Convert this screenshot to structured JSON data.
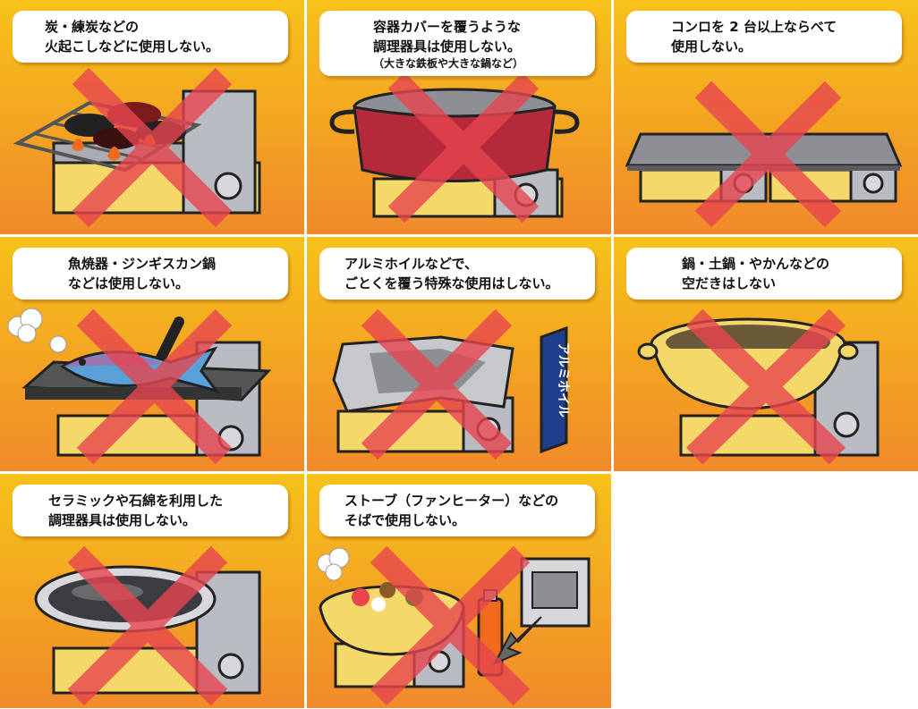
{
  "panels": [
    {
      "id": "charcoal",
      "lines": [
        "炭・練炭などの",
        "火起こしなどに使用しない。"
      ],
      "note": ""
    },
    {
      "id": "large-pan",
      "lines": [
        "容器カバーを覆うような",
        "調理器具は使用しない。"
      ],
      "note": "（大きな鉄板や大きな鍋など）"
    },
    {
      "id": "two-stoves",
      "lines": [
        "コンロを 2 台以上ならべて",
        "使用しない。"
      ],
      "note": ""
    },
    {
      "id": "fish-grill",
      "lines": [
        "魚焼器・ジンギスカン鍋",
        "などは使用しない。"
      ],
      "note": ""
    },
    {
      "id": "aluminum-foil",
      "lines": [
        "アルミホイルなどで、",
        "ごとくを覆う特殊な使用はしない。"
      ],
      "note": ""
    },
    {
      "id": "empty-heating",
      "lines": [
        "鍋・土鍋・やかんなどの",
        "空だきはしない"
      ],
      "note": ""
    },
    {
      "id": "ceramic-stone",
      "lines": [
        "セラミックや石綿を利用した",
        "調理器具は使用しない。"
      ],
      "note": ""
    },
    {
      "id": "near-heater",
      "lines": [
        "ストーブ（ファンヒーター）などの",
        "そばで使用しない。"
      ],
      "note": ""
    }
  ],
  "foil_box_label": "アルミホイル",
  "colors": {
    "bg_top": "#f7c21a",
    "bg_bottom": "#f08a2a",
    "prohibit_x": "#e8454f",
    "stove_metal": "#b9bcc2",
    "stove_base": "#f5d86a",
    "pan_red": "#b52a3a"
  }
}
